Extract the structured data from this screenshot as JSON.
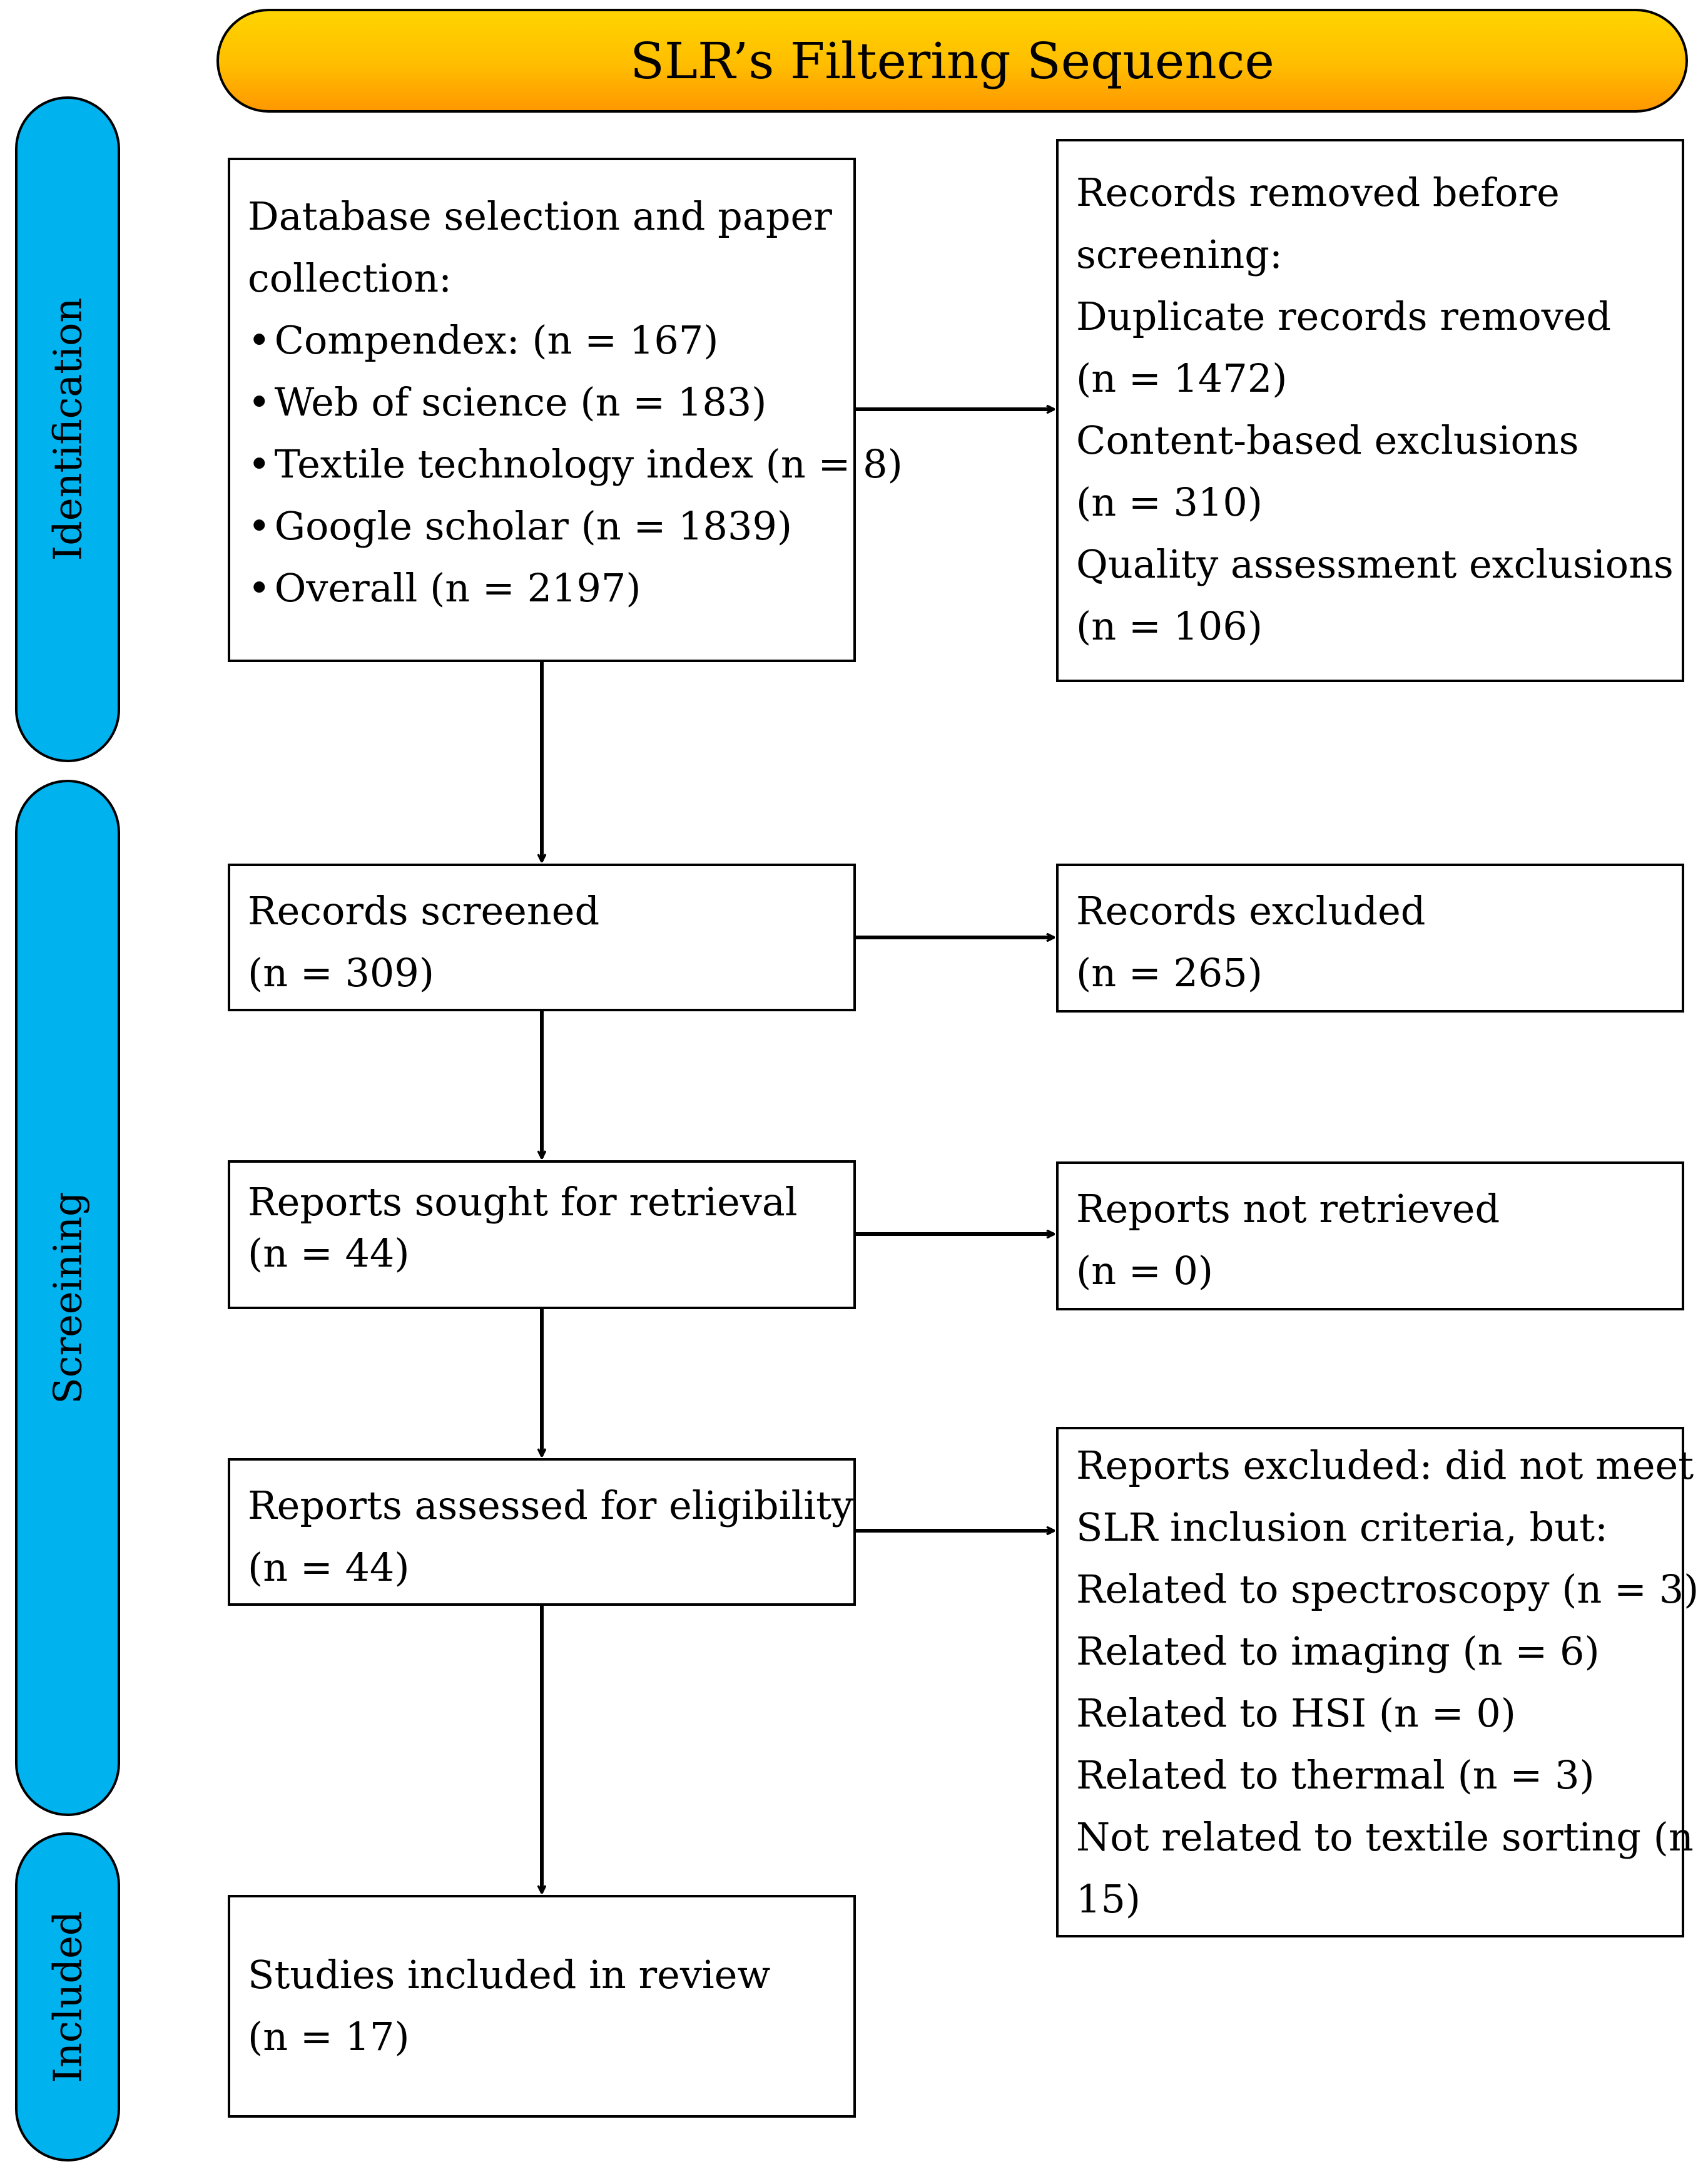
{
  "title": "SLR’s Filtering Sequence",
  "phases": [
    {
      "label": "Identification"
    },
    {
      "label": "Screeining"
    },
    {
      "label": "Included"
    }
  ],
  "identification_box": {
    "heading_line1": "Database selection and paper",
    "heading_line2": "collection:",
    "items": [
      "Compendex: (n = 167)",
      "Web of science (n = 183)",
      "Textile technology index (n = 8)",
      "Google scholar (n = 1839)",
      "Overall (n = 2197)"
    ]
  },
  "removed_box": {
    "lines": [
      "Records removed before",
      "screening:",
      "Duplicate records removed",
      "(n = 1472)",
      "Content-based exclusions",
      "(n = 310)",
      "Quality assessment exclusions",
      "(n = 106)"
    ]
  },
  "screened_box": {
    "line1": "Records screened",
    "line2": "(n = 309)"
  },
  "excluded_box": {
    "line1": "Records excluded",
    "line2": "(n = 265)"
  },
  "sought_box": {
    "line1": "Reports sought for retrieval",
    "line2": "(n = 44)"
  },
  "not_retrieved_box": {
    "line1": "Reports not retrieved",
    "line2": "(n = 0)"
  },
  "assessed_box": {
    "line1": "Reports assessed for eligibility",
    "line2": "(n = 44)"
  },
  "reports_excluded_box": {
    "lines": [
      "Reports excluded:  did not meet",
      "SLR inclusion criteria, but:",
      "Related to spectroscopy (n = 3)",
      "Related to imaging (n = 6)",
      "Related to HSI (n = 0)",
      "Related to thermal (n = 3)",
      "Not related to textile sorting (n =",
      "15)"
    ]
  },
  "included_box": {
    "line1": "Studies included in review",
    "line2": "(n = 17)"
  },
  "colors": {
    "banner": "#ffbd00",
    "phase": "#00b2ee"
  }
}
